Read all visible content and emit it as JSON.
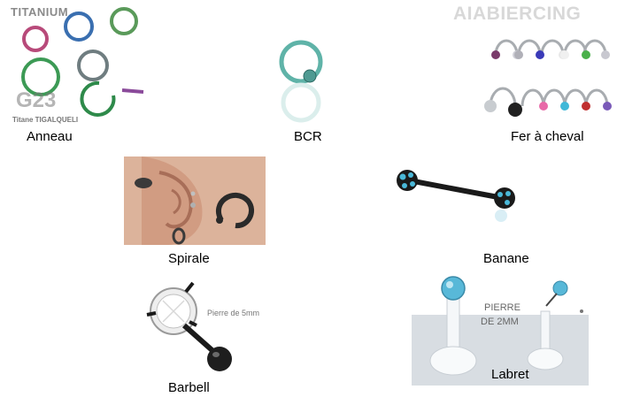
{
  "items": [
    {
      "caption": "Anneau",
      "watermark_top": "TITANIUM",
      "watermark_mid": "G23",
      "watermark_bottom": "Titane TIGALQUELI"
    },
    {
      "caption": "BCR"
    },
    {
      "caption": "Fer à cheval",
      "watermark": "AIABIERCING"
    },
    {
      "caption": "Spirale"
    },
    {
      "caption": "Banane"
    },
    {
      "caption": "Barbell",
      "note": "Pierre de 5mm"
    },
    {
      "caption": "Labret",
      "note_line1": "PIERRE",
      "note_line2": "DE 2MM"
    }
  ],
  "colors": {
    "ring_blue": "#3a6fb0",
    "ring_green": "#3c9a55",
    "ring_purple": "#8a4a9a",
    "ring_gray": "#6f7d80",
    "bcr_teal": "#5fb3a8",
    "gem_aqua": "#4ab8d8",
    "skin": "#e0b8a0",
    "metal": "#b8bcc0"
  }
}
